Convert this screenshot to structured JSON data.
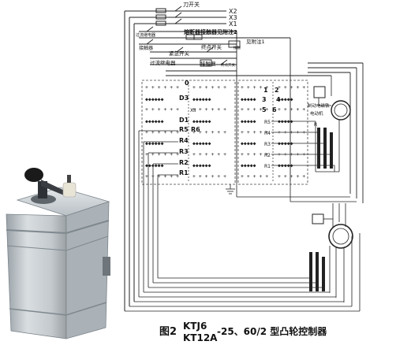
{
  "figure": {
    "fig_number": "图2",
    "model_top": "KTJ6",
    "model_bottom": "KT12A",
    "title_rest": "-25、60/2 型凸轮控制器"
  },
  "supply": {
    "phases": [
      "X2",
      "X3",
      "X1"
    ],
    "knife_switch": "刀开关"
  },
  "protection": {
    "fuse_note": "熔断器接触器见附注2",
    "note1": "见附注1",
    "overcurrent_relay_left": "过流继电器",
    "contactor_left": "接触器",
    "emergency_switch": "紧急开关",
    "limit_switch": "终点开关",
    "contactor_mid": "接触器",
    "overcurrent_relay_bottom": "过流继电器",
    "small_contactor": "接触",
    "limit_switch_right": "终点开关"
  },
  "left_controller": {
    "top_number": "0",
    "contacts": [
      "D3",
      "XII",
      "D1",
      "R5",
      "R6",
      "R4",
      "R3",
      "R2",
      "R1"
    ]
  },
  "right_controller": {
    "contacts": [
      "1",
      "2",
      "3",
      "4",
      "5",
      "6",
      "R5",
      "R4",
      "R3",
      "R2",
      "R1"
    ]
  },
  "motors": {
    "brake_motor": "制动电磁铁",
    "motor": "电动机",
    "resistor_label": "R"
  },
  "colors": {
    "wire": "#222222",
    "housing_body": "#c7ced3",
    "housing_shadow": "#8e979d",
    "handle": "#1a1a1a"
  }
}
